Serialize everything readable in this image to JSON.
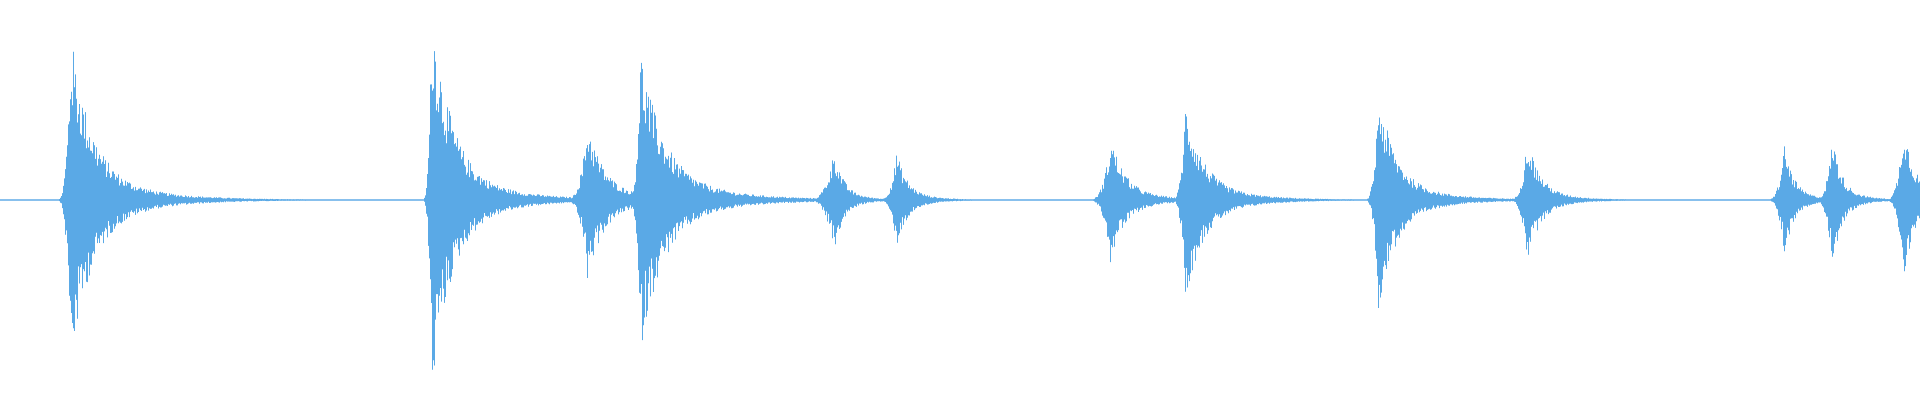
{
  "waveform": {
    "color": "#5aa9e6",
    "background": "#ffffff",
    "events": [
      {
        "t": 0.0365,
        "amp_up": 0.76,
        "amp_down": 0.75,
        "attack": 0.006,
        "decay": 0.024
      },
      {
        "t": 0.2245,
        "amp_up": 0.9,
        "amp_down": 0.88,
        "attack": 0.004,
        "decay": 0.022
      },
      {
        "t": 0.3055,
        "amp_up": 0.37,
        "amp_down": 0.37,
        "attack": 0.01,
        "decay": 0.018
      },
      {
        "t": 0.333,
        "amp_up": 0.7,
        "amp_down": 0.7,
        "attack": 0.005,
        "decay": 0.026
      },
      {
        "t": 0.434,
        "amp_up": 0.25,
        "amp_down": 0.25,
        "attack": 0.012,
        "decay": 0.01
      },
      {
        "t": 0.4665,
        "amp_up": 0.23,
        "amp_down": 0.22,
        "attack": 0.008,
        "decay": 0.012
      },
      {
        "t": 0.578,
        "amp_up": 0.3,
        "amp_down": 0.29,
        "attack": 0.01,
        "decay": 0.016
      },
      {
        "t": 0.617,
        "amp_up": 0.45,
        "amp_down": 0.46,
        "attack": 0.006,
        "decay": 0.02
      },
      {
        "t": 0.7175,
        "amp_up": 0.5,
        "amp_down": 0.5,
        "attack": 0.006,
        "decay": 0.02
      },
      {
        "t": 0.795,
        "amp_up": 0.3,
        "amp_down": 0.29,
        "attack": 0.008,
        "decay": 0.014
      },
      {
        "t": 0.929,
        "amp_up": 0.27,
        "amp_down": 0.27,
        "attack": 0.008,
        "decay": 0.01
      },
      {
        "t": 0.954,
        "amp_up": 0.31,
        "amp_down": 0.32,
        "attack": 0.008,
        "decay": 0.01
      },
      {
        "t": 0.991,
        "amp_up": 0.38,
        "amp_down": 0.38,
        "attack": 0.008,
        "decay": 0.012
      }
    ]
  }
}
